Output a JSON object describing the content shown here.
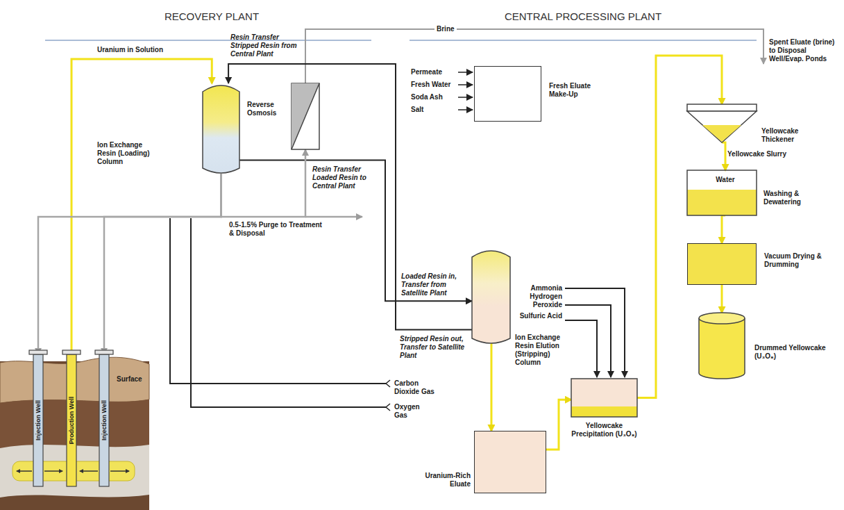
{
  "diagram": {
    "nodes": [
      {
        "text": [
          "Ion Exchange Resin (Loading) Column"
        ]
      },
      {
        "text": [
          "Reverse Osmosis"
        ]
      },
      {
        "text": [
          "Fresh Eluate Make-Up"
        ]
      },
      {
        "text": [
          "Yellowcake Thickener"
        ]
      },
      {
        "text": [
          "Water",
          "Washing & Dewatering"
        ]
      },
      {
        "text": [
          "Ion Exchange Resin Elution (Stripping) Column"
        ]
      },
      {
        "text": [
          "Yellowcake Precipitation (U₃O₈)"
        ]
      },
      {
        "text": [
          "Vacuum Drying & Drumming"
        ]
      },
      {
        "text": [
          "Injection Well"
        ]
      },
      {
        "text": [
          "Production Well"
        ]
      },
      {
        "text": [
          "Injection Well"
        ]
      },
      {
        "text": [
          "Uranium-Rich Eluate"
        ]
      },
      {
        "text": [
          "Drummed Yellowcake (U₃O₈)"
        ]
      }
    ],
    "edges": [
      {
        "from": 9,
        "to": 0,
        "arrow": "to",
        "label": "Uranium in Solution"
      },
      {
        "from": 5,
        "to": 0,
        "arrow": "to",
        "label": "Resin Transfer Stripped Resin from Central Plant"
      },
      {
        "from": 0,
        "to": 5,
        "arrow": "to",
        "label": "Resin Transfer Loaded Resin to Central Plant"
      },
      {
        "from": 0,
        "to": 1,
        "arrow": "to"
      },
      {
        "from": 0,
        "to": 8,
        "arrow": "to"
      },
      {
        "from": 0,
        "to": 10,
        "arrow": "to"
      },
      {
        "from": 5,
        "to": 11,
        "arrow": "to"
      },
      {
        "from": 11,
        "to": 6,
        "arrow": "to"
      },
      {
        "from": 6,
        "to": 3,
        "arrow": "to"
      },
      {
        "from": 3,
        "to": 4,
        "arrow": "to",
        "label": "Yellowcake Slurry"
      },
      {
        "from": 4,
        "to": 7,
        "arrow": "to"
      },
      {
        "from": 7,
        "to": 12,
        "arrow": "to"
      }
    ],
    "labels": [
      "RECOVERY PLANT",
      "CENTRAL PROCESSING PLANT",
      "Brine",
      "Spent Eluate (brine) to Disposal Well/Evap. Ponds",
      "Permeate",
      "Fresh Water",
      "Soda Ash",
      "Salt",
      "0.5-1.5% Purge to Treatment & Disposal",
      "Loaded Resin in, Transfer from Satellite Plant",
      "Ammonia",
      "Hydrogen Peroxide",
      "Sulfuric Acid",
      "Stripped Resin out, Transfer to Satellite Plant",
      "Carbon Dioxide Gas",
      "Oxygen Gas",
      "Surface"
    ]
  }
}
